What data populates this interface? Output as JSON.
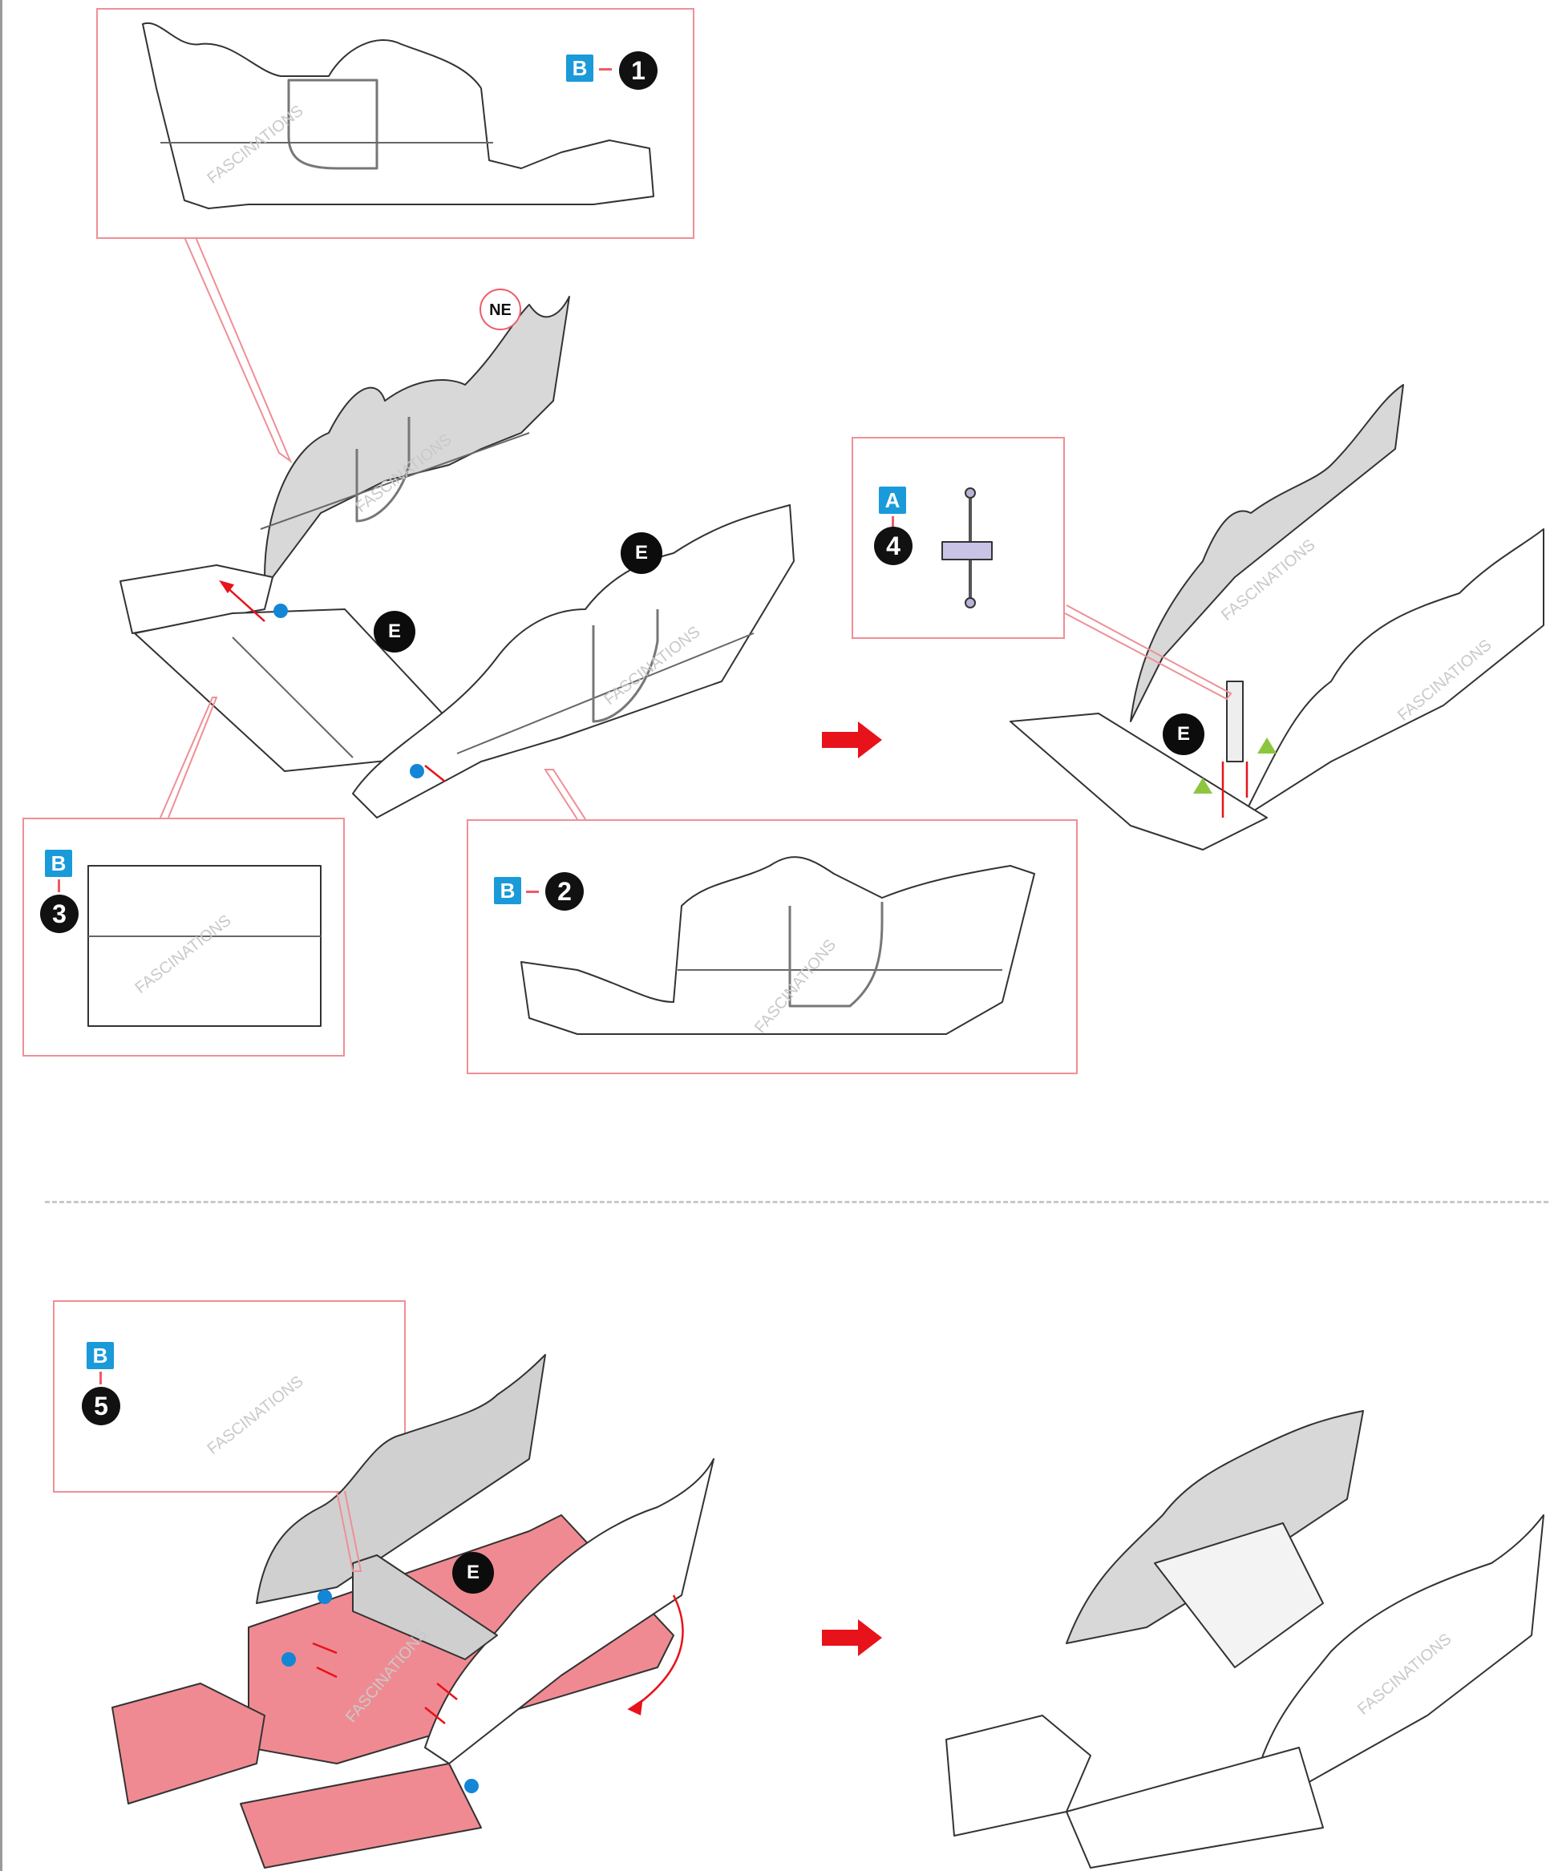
{
  "parts": {
    "p1": {
      "sheet": "B",
      "number": "1"
    },
    "p2": {
      "sheet": "B",
      "number": "2"
    },
    "p3": {
      "sheet": "B",
      "number": "3"
    },
    "p4": {
      "sheet": "A",
      "number": "4"
    },
    "p5": {
      "sheet": "B",
      "number": "5"
    }
  },
  "labels": {
    "glue": "E",
    "ne": "NE",
    "watermark": "FASCINATIONS"
  },
  "colors": {
    "frame": "#ef8f96",
    "tag": "#1a9ad9",
    "arrow": "#e8121b",
    "glue_dot": "#1486d6",
    "triangle": "#8cc63f",
    "highlight": "#f08a92"
  }
}
